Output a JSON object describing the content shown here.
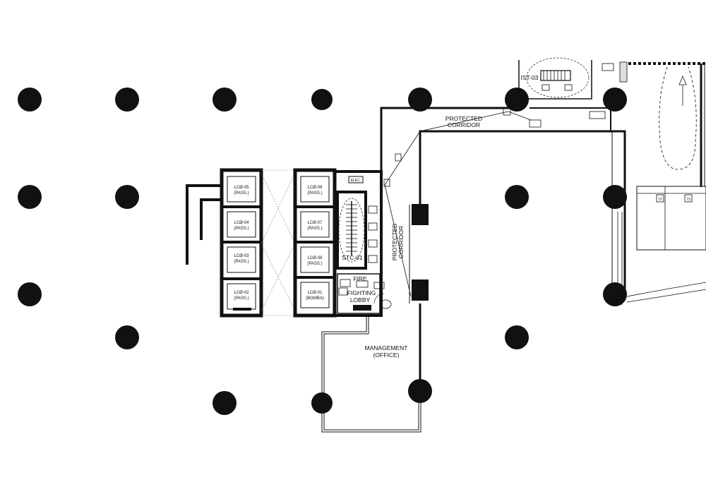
{
  "labels": {
    "protected_corridor_top": [
      "PROTECTED",
      "CORRIDOR"
    ],
    "protected_corridor_vertical": [
      "PROTECTED",
      "CORRIDOR"
    ],
    "fire_fighting_lobby": [
      "FIRE",
      "FIGHTING",
      "LOBBY"
    ],
    "management_office": [
      "MANAGEMENT",
      "(OFFICE)"
    ],
    "stair_left": "STC-01",
    "stair_right": "IST-03",
    "elec": "ELEC."
  },
  "lifts_left": [
    {
      "id": "LCØ-05",
      "type": "(PASS.)"
    },
    {
      "id": "LCØ-04",
      "type": "(PASS.)"
    },
    {
      "id": "LCØ-03",
      "type": "(PASS.)"
    },
    {
      "id": "LCØ-02",
      "type": "(PASS.)"
    }
  ],
  "lifts_right": [
    {
      "id": "LCØ-06",
      "type": "(PASS.)"
    },
    {
      "id": "LCØ-07",
      "type": "(PASS.)"
    },
    {
      "id": "LCØ-08",
      "type": "(PASS.)"
    },
    {
      "id": "LCØ-01",
      "type": "(BOMBA)"
    }
  ],
  "parking": [
    "72",
    "73"
  ]
}
